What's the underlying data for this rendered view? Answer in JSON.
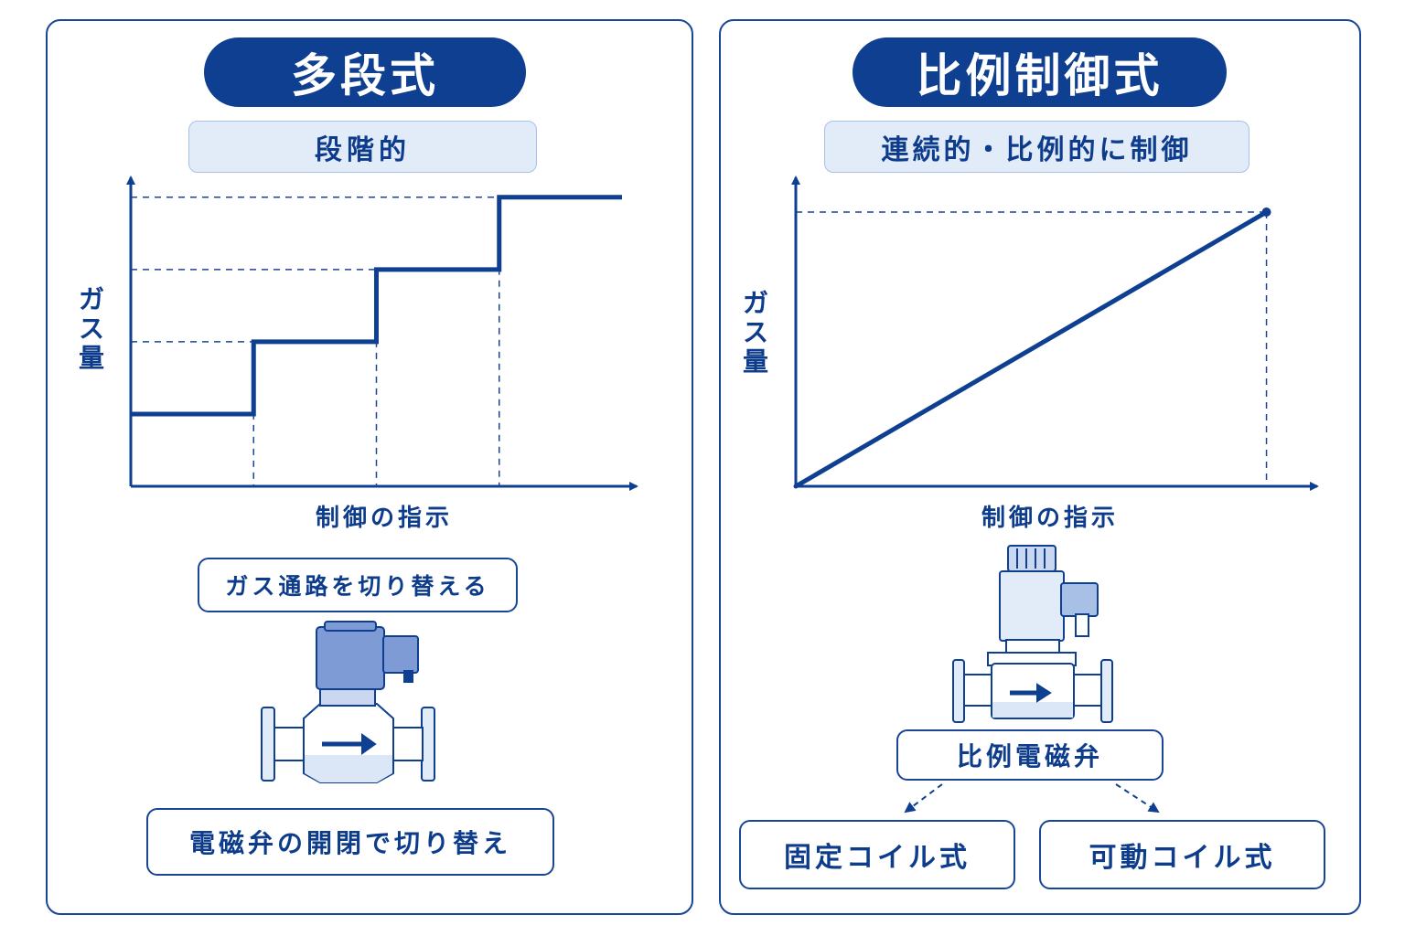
{
  "left": {
    "title": "多段式",
    "subtitle": "段階的",
    "y_axis_label": "ガス量",
    "x_axis_label": "制御の指示",
    "valve_label": "ガス通路を切り替える",
    "bottom_label": "電磁弁の開閉で切り替え"
  },
  "right": {
    "title": "比例制御式",
    "subtitle": "連続的・比例的に制御",
    "y_axis_label": "ガス量",
    "x_axis_label": "制御の指示",
    "valve_label": "比例電磁弁",
    "option_1": "固定コイル式",
    "option_2": "可動コイル式"
  },
  "chart_data": [
    {
      "type": "line",
      "title": "",
      "xlabel": "制御の指示",
      "ylabel": "ガス量",
      "series": [
        {
          "shape": "step",
          "x": [
            0,
            1,
            2,
            3,
            4
          ],
          "y": [
            1,
            2,
            3,
            4,
            4
          ]
        }
      ],
      "xlim": [
        0,
        4
      ],
      "ylim": [
        0,
        4.2
      ],
      "reference_lines": "dashed"
    },
    {
      "type": "line",
      "title": "",
      "xlabel": "制御の指示",
      "ylabel": "ガス量",
      "series": [
        {
          "shape": "linear",
          "x": [
            0,
            1
          ],
          "y": [
            0,
            1
          ]
        }
      ],
      "xlim": [
        0,
        1.1
      ],
      "ylim": [
        0,
        1.1
      ],
      "reference_lines": "dashed"
    }
  ],
  "colors": {
    "primary": "#0f3f91",
    "pill_light": "#e2ebf8",
    "valve_fill": "#7e9bd6"
  }
}
